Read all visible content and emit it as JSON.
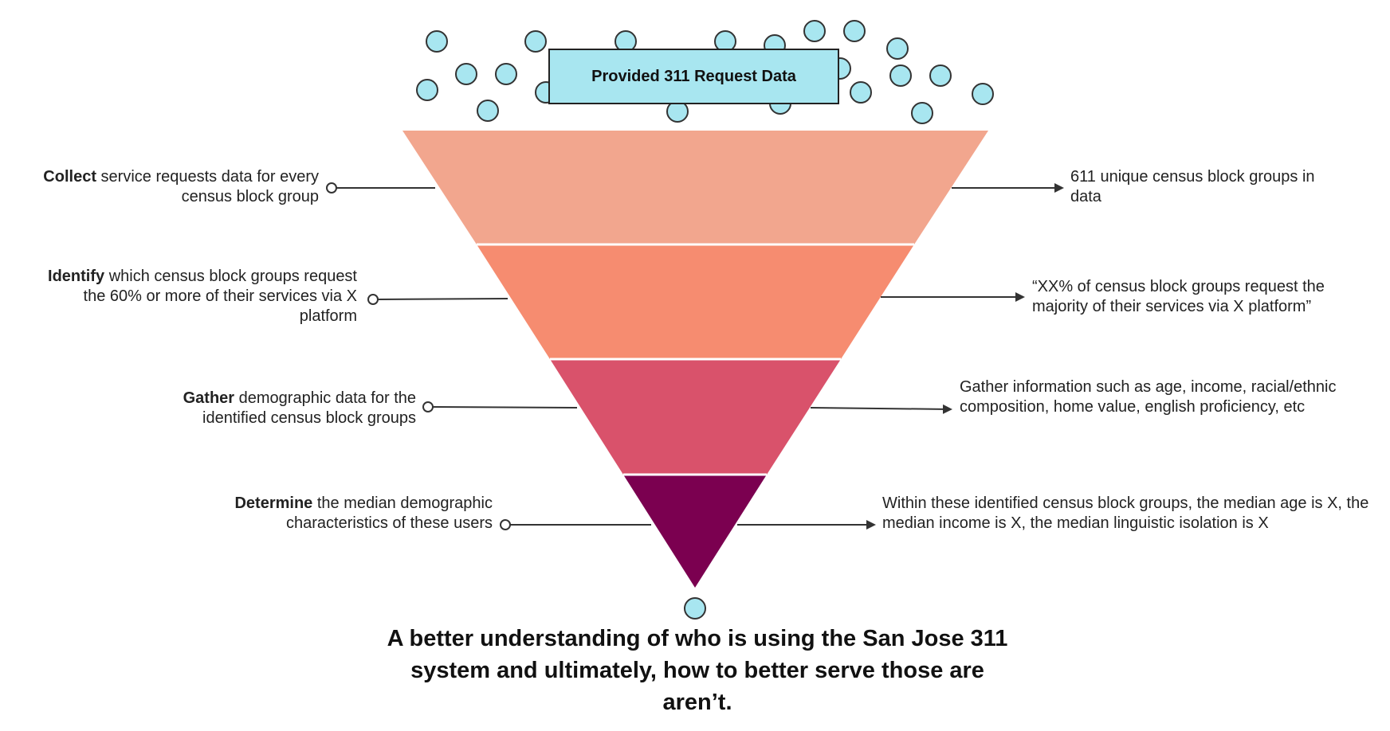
{
  "header": {
    "label": "Provided 311 Request Data"
  },
  "colors": {
    "dot_fill": "#a8e6f0",
    "level_1": "#f2a68e",
    "level_2": "#f68c70",
    "level_3": "#d9526b",
    "level_4": "#7b0050",
    "connector": "#333333"
  },
  "steps": [
    {
      "action_bold": "Collect",
      "action_rest": " service requests data for every census block group",
      "outcome": "611 unique census block groups in data"
    },
    {
      "action_bold": "Identify",
      "action_rest": " which census block groups request the 60% or more of their services via X platform",
      "outcome": "“XX% of census block groups request the majority of their services via X platform”"
    },
    {
      "action_bold": "Gather",
      "action_rest": " demographic data for the identified census block groups",
      "outcome": "Gather information such as age, income, racial/ethnic composition, home value, english proficiency, etc"
    },
    {
      "action_bold": "Determine",
      "action_rest": " the median demographic characteristics of these users",
      "outcome": "Within these identified census block groups, the median age is X, the median income is X, the median linguistic isolation is X"
    }
  ],
  "conclusion": "A better understanding of who is using the San Jose 311 system and ultimately, how to better serve those are aren’t."
}
